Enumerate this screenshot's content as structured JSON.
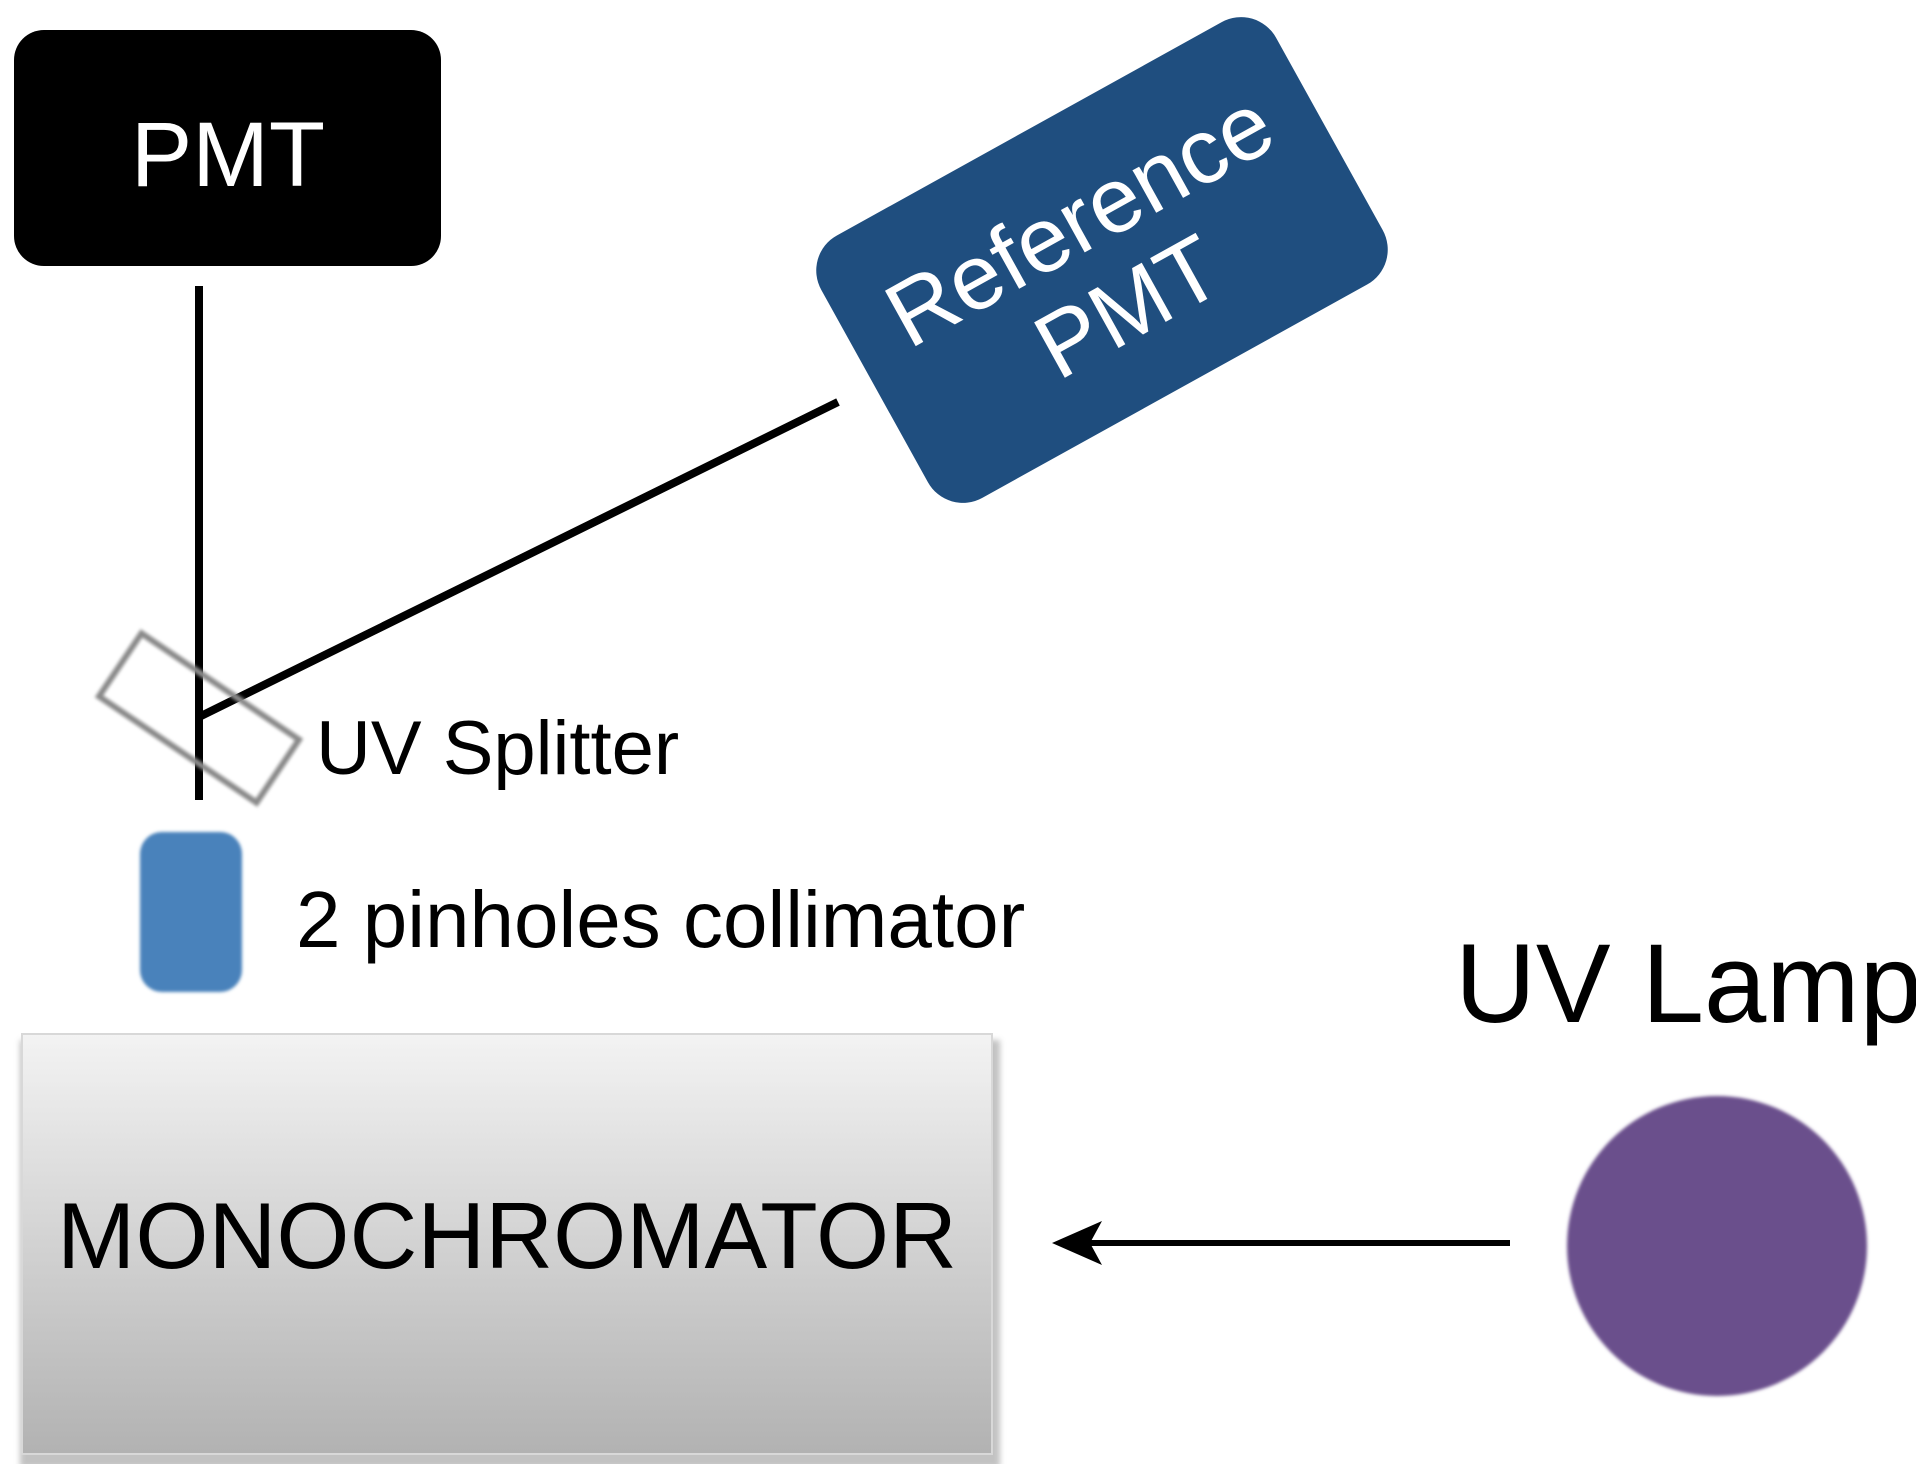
{
  "labels": {
    "pmt": "PMT",
    "reference_pmt_line1": "Reference",
    "reference_pmt_line2": "PMT",
    "uv_splitter": "UV Splitter",
    "collimator": "2 pinholes collimator",
    "uv_lamp": "UV Lamp",
    "monochromator": "MONOCHROMATOR"
  },
  "colors": {
    "pmt_box": "#000000",
    "reference_pmt_box": "#1f4e7f",
    "collimator": "#4a82bb",
    "uv_lamp": "#6b4f8c",
    "monochromator_top": "#f2f2f2",
    "monochromator_bottom": "#b6b6b6",
    "beam": "#000000",
    "splitter_outline": "#808080"
  }
}
